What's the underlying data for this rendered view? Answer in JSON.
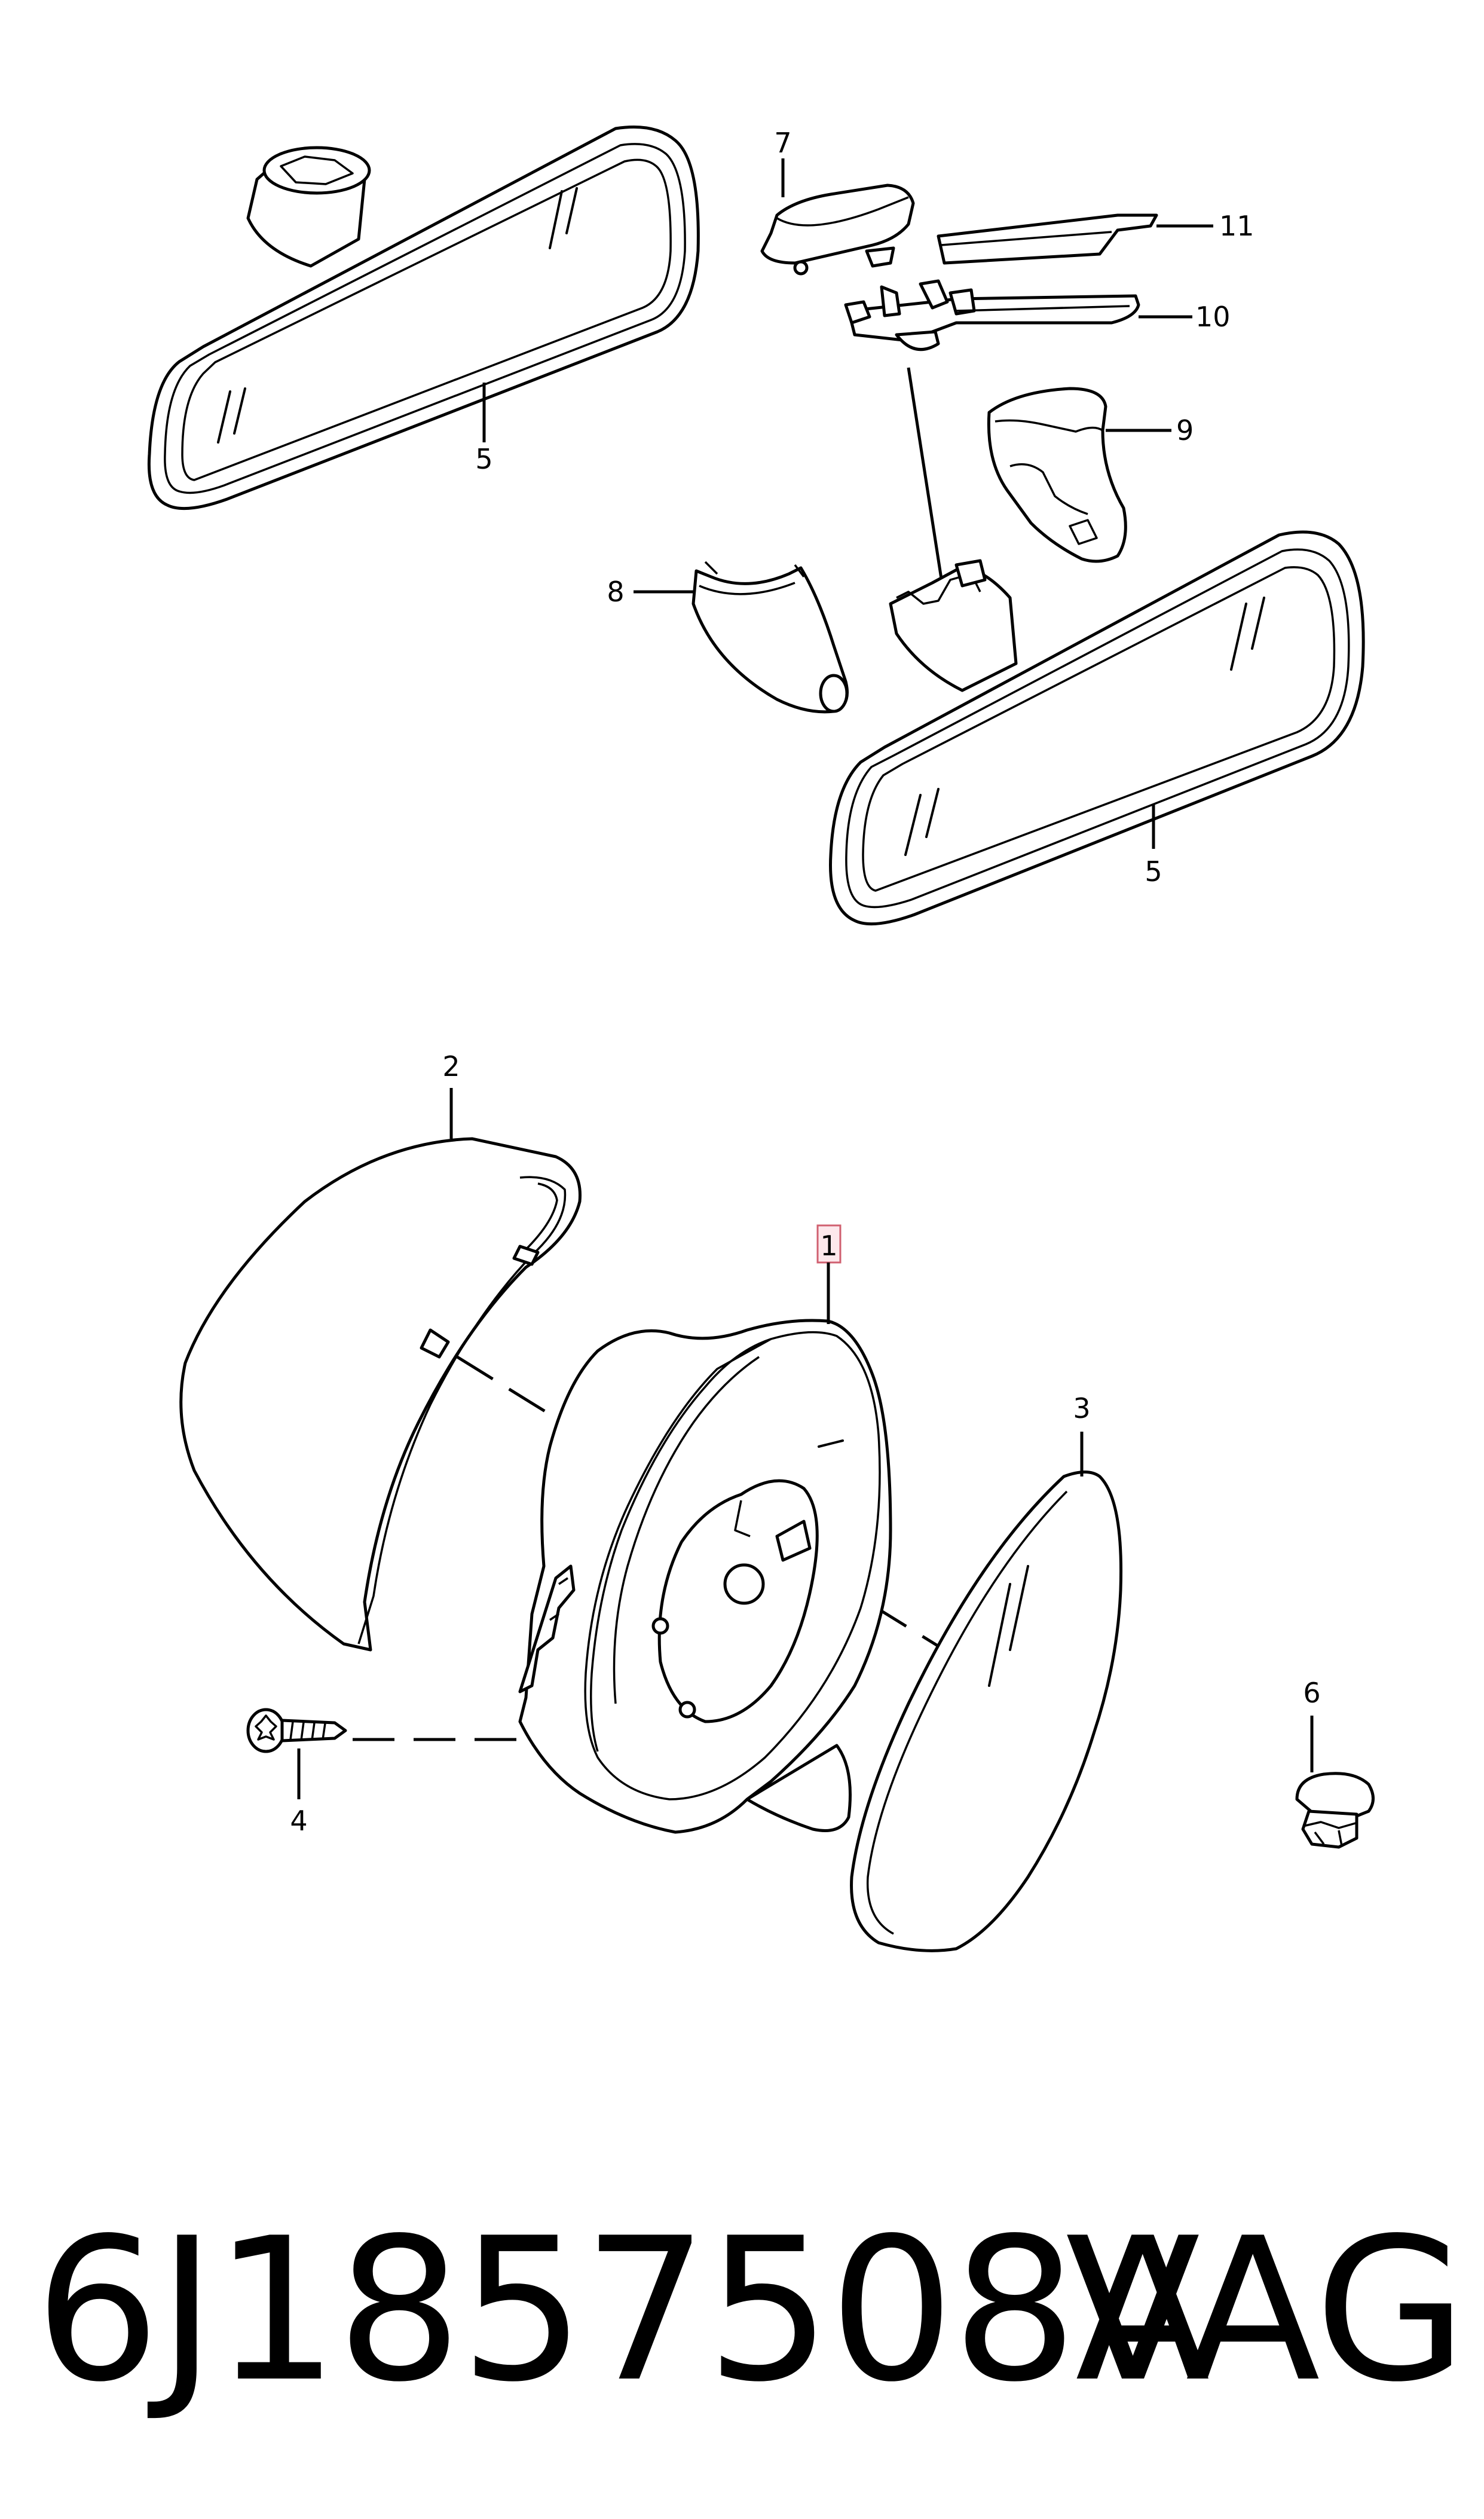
{
  "callouts": {
    "c1": "1",
    "c2": "2",
    "c3": "3",
    "c4": "4",
    "c5_top": "5",
    "c5_bottom": "5",
    "c6": "6",
    "c7": "7",
    "c8": "8",
    "c9": "9",
    "c10": "10",
    "c11": "11"
  },
  "footer": {
    "part_number": "6J1857508A",
    "brand": "VAG"
  },
  "colors": {
    "line": "#000000",
    "highlight_fill": "#fde8ec",
    "highlight_stroke": "#d06070"
  }
}
